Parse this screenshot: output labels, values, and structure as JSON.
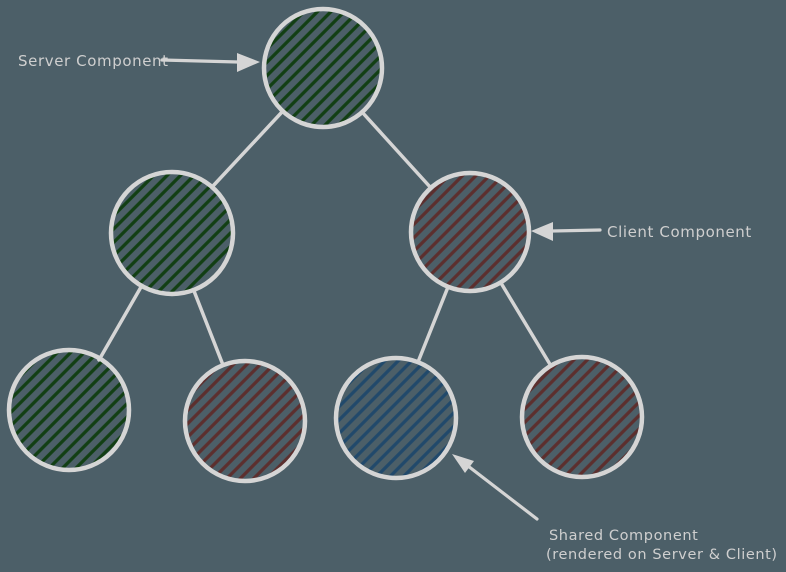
{
  "diagram": {
    "background_color": "#4c5f68",
    "outline_color": "#d5d5d5",
    "label_color": "#cfcfcf",
    "node_types": {
      "server": {
        "hatch_color": "#123f14"
      },
      "client": {
        "hatch_color": "#5c2f2e"
      },
      "shared": {
        "hatch_color": "#21496b"
      }
    },
    "nodes": [
      {
        "id": "root",
        "type": "server"
      },
      {
        "id": "child-left",
        "type": "server"
      },
      {
        "id": "child-right",
        "type": "client"
      },
      {
        "id": "leaf-1",
        "type": "server"
      },
      {
        "id": "leaf-2",
        "type": "client"
      },
      {
        "id": "leaf-3",
        "type": "shared"
      },
      {
        "id": "leaf-4",
        "type": "client"
      }
    ],
    "edges": [
      {
        "from": "root",
        "to": "child-left"
      },
      {
        "from": "root",
        "to": "child-right"
      },
      {
        "from": "child-left",
        "to": "leaf-1"
      },
      {
        "from": "child-left",
        "to": "leaf-2"
      },
      {
        "from": "child-right",
        "to": "leaf-3"
      },
      {
        "from": "child-right",
        "to": "leaf-4"
      }
    ],
    "annotations": {
      "server": {
        "label": "Server Component"
      },
      "client": {
        "label": "Client Component"
      },
      "shared": {
        "label_line1": "Shared Component",
        "label_line2": "(rendered on Server & Client)"
      }
    }
  }
}
